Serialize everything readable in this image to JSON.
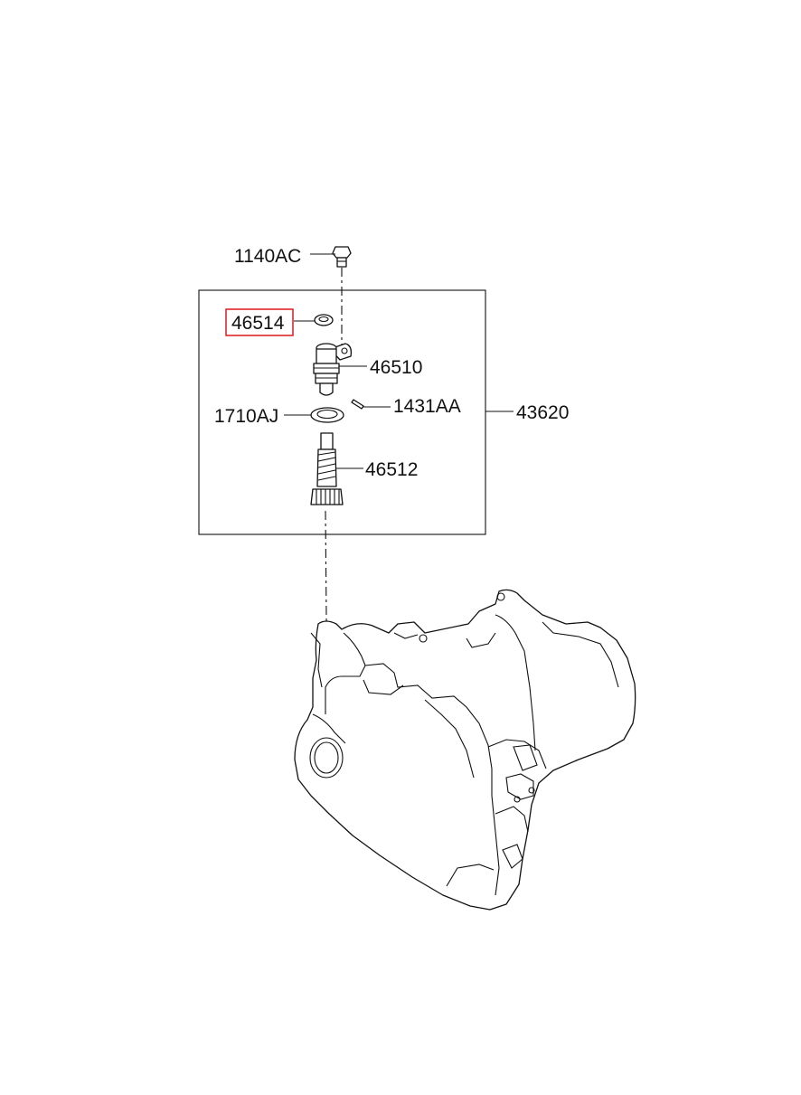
{
  "parts": [
    {
      "number": "1140AC",
      "name": "bolt"
    },
    {
      "number": "46514",
      "name": "o-ring",
      "highlighted": true
    },
    {
      "number": "46510",
      "name": "sleeve"
    },
    {
      "number": "1431AA",
      "name": "pin"
    },
    {
      "number": "1710AJ",
      "name": "o-ring"
    },
    {
      "number": "46512",
      "name": "driven-gear"
    },
    {
      "number": "43620",
      "name": "assembly-kit"
    }
  ],
  "highlight_color": "#e0262a"
}
